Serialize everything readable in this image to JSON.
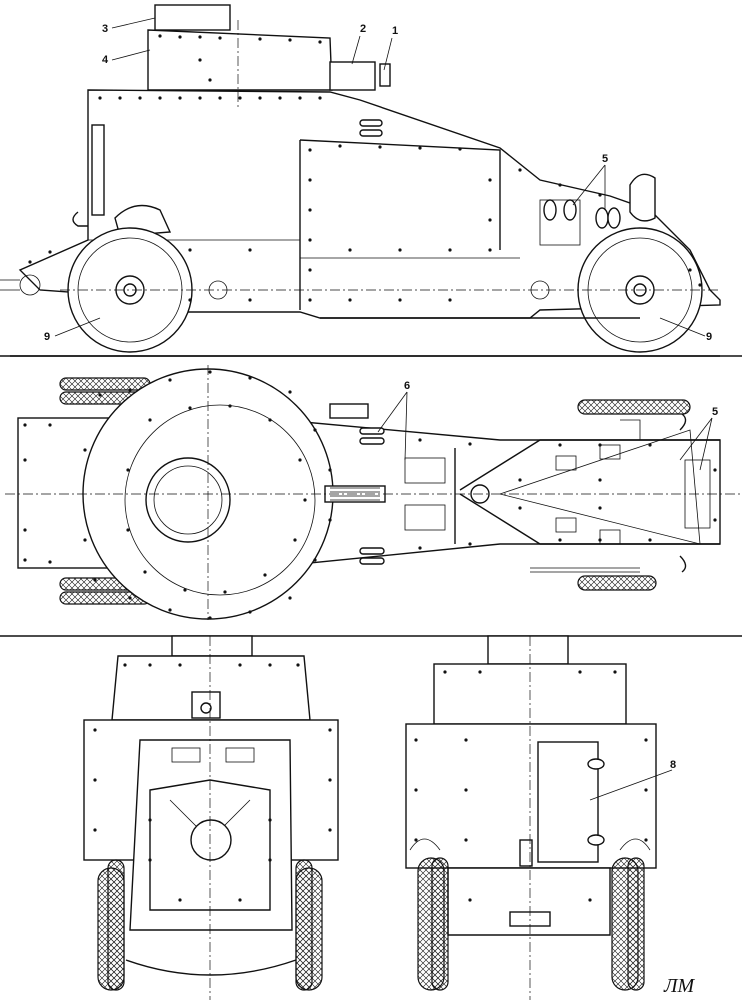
{
  "callouts": {
    "c1": "1",
    "c2": "2",
    "c3": "3",
    "c4": "4",
    "c5_side": "5",
    "c5_top": "5",
    "c6": "6",
    "c8": "8",
    "c9_left": "9",
    "c9_right": "9"
  },
  "signature": "ЛМ",
  "colors": {
    "ink": "#111111",
    "paper": "#ffffff"
  }
}
